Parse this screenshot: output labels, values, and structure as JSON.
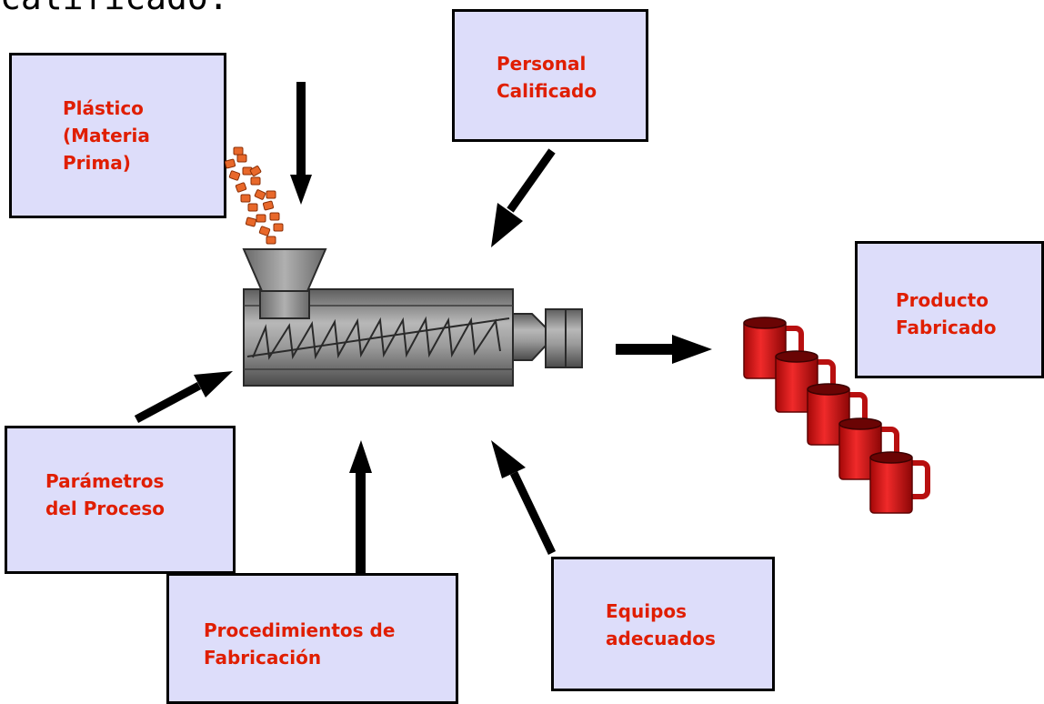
{
  "header": {
    "text": "calificado."
  },
  "labels": {
    "plastico": "Plástico\n(Materia\nPrima)",
    "personal": "Personal\nCalificado",
    "producto": "Producto\nFabricado",
    "parametros": "Parámetros\ndel Proceso",
    "procedimientos": "Procedimientos de\nFabricación",
    "equipos": "Equipos\nadecuados"
  },
  "colors": {
    "box_fill": "#ddddfa",
    "label_text": "#e01e00",
    "pellet": "#e8682a",
    "mug": "#e01818",
    "machine": "#8c8c8c"
  }
}
